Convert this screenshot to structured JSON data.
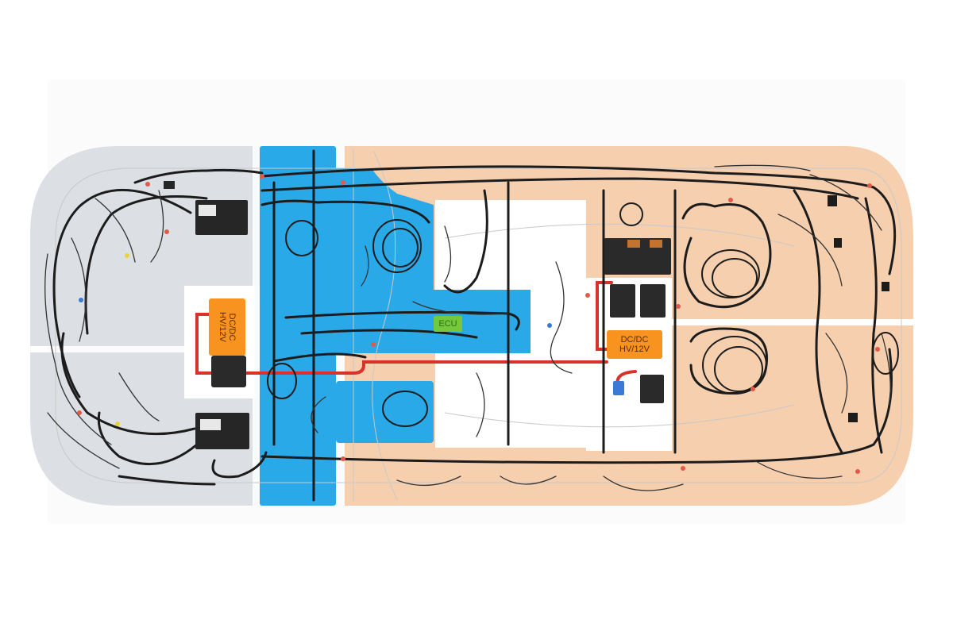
{
  "components": {
    "dcdc_left": "DC/DC\nHV/12V",
    "dcdc_right": "DC/DC\nHV/12V",
    "ecu": "ECU"
  },
  "colors": {
    "front_zone": "#dcdfe3",
    "center_zone": "#29a9e8",
    "rear_zone": "#f6cfae",
    "dcdc_module": "#f7931e",
    "ecu_module": "#74c83c",
    "hv_cable": "#d8322b",
    "harness": "#1c1c1c",
    "junction_box": "#262626"
  }
}
